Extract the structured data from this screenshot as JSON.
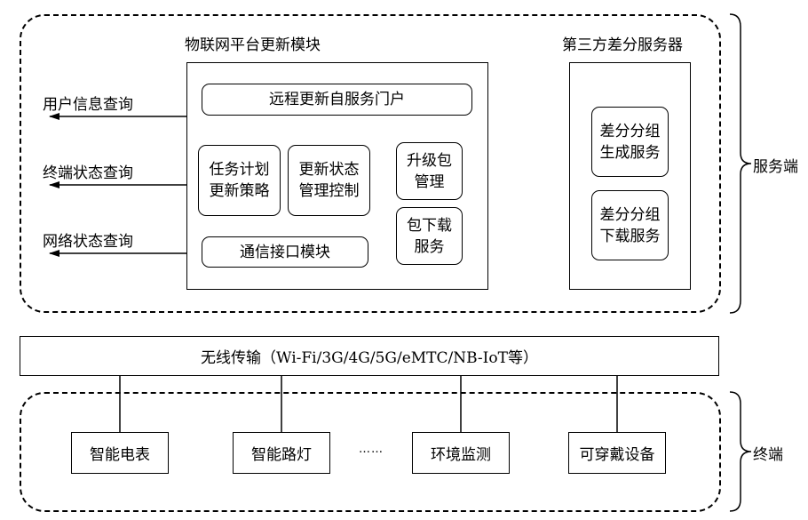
{
  "server": {
    "module_title": "物联网平台更新模块",
    "portal": "远程更新自服务门户",
    "task_plan": [
      "任务计划",
      "更新策略"
    ],
    "update_control": [
      "更新状态",
      "管理控制"
    ],
    "upgrade_pkg": [
      "升级包",
      "管理"
    ],
    "pkg_download": [
      "包下载",
      "服务"
    ],
    "comm_module": "通信接口模块",
    "third_party_title": "第三方差分服务器",
    "diff_generate": [
      "差分分组",
      "生成服务"
    ],
    "diff_download": [
      "差分分组",
      "下载服务"
    ],
    "queries": [
      "用户信息查询",
      "终端状态查询",
      "网络状态查询"
    ],
    "side_label": "服务端"
  },
  "transmission": {
    "label": "无线传输（Wi-Fi/3G/4G/5G/eMTC/NB-IoT等）"
  },
  "terminal": {
    "devices": [
      "智能电表",
      "智能路灯",
      "环境监测",
      "可穿戴设备"
    ],
    "ellipsis": "……",
    "side_label": "终端"
  }
}
